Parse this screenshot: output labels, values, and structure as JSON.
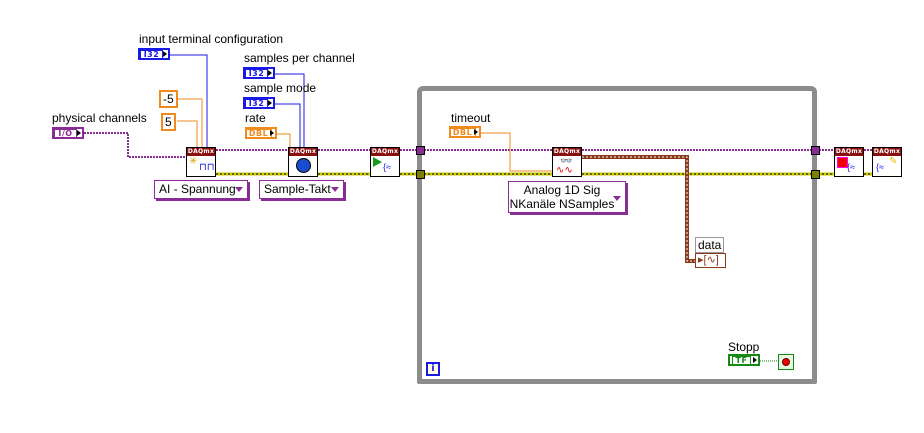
{
  "labels": {
    "input_terminal_configuration": "input terminal configuration",
    "samples_per_channel": "samples per channel",
    "sample_mode": "sample mode",
    "rate": "rate",
    "physical_channels": "physical channels",
    "timeout": "timeout",
    "data": "data",
    "stopp": "Stopp"
  },
  "terminals": {
    "input_terminal_configuration": "I32",
    "samples_per_channel": "I32",
    "sample_mode": "I32",
    "rate": "DBL",
    "physical_channels": "I/O",
    "timeout": "DBL",
    "stopp": "TF"
  },
  "constants": {
    "min_value": "-5",
    "max_value": "5"
  },
  "vis": {
    "header": "DAQmx",
    "create_channel": "create-channel-icon",
    "timing": "timing-clock-icon",
    "start": "start-task-icon",
    "read": "read-icon",
    "stop": "stop-task-icon",
    "clear": "clear-task-icon"
  },
  "rings": {
    "create_channel": "AI - Spannung",
    "timing": "Sample-Takt",
    "read_line1": "Analog 1D Sig",
    "read_line2": "NKanäle NSamples"
  },
  "loop": {
    "iteration_label": "i"
  },
  "colors": {
    "i32": "#1a1ae6",
    "dbl": "#f08a1c",
    "io": "#8a2c96",
    "bool": "#158a15",
    "error": "#c8c800",
    "waveform": "#8a3a1a",
    "loop": "#8c8c8c",
    "daqmx_header": "#8a1010"
  }
}
